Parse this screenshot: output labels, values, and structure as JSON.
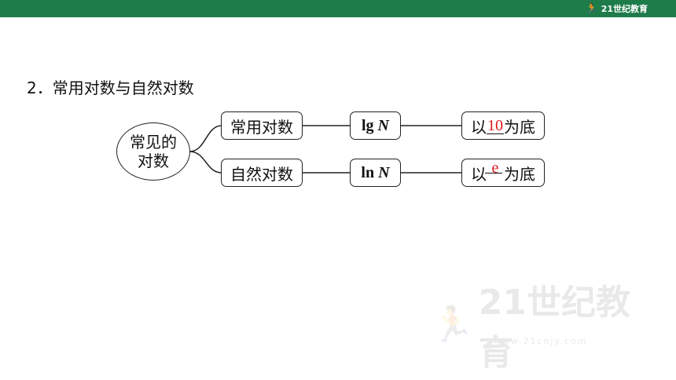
{
  "brand": {
    "logo_text": "21世纪教育",
    "watermark_text": "21世纪教育",
    "watermark_url": "www.21cnjy.com"
  },
  "heading": "2．常用对数与自然对数",
  "diagram": {
    "root": {
      "line1": "常见的",
      "line2": "对数"
    },
    "branch_common": {
      "label": "常用对数",
      "formula_func": "lg",
      "formula_var": "N",
      "base_prefix": "以",
      "base_answer": "10",
      "base_suffix": "为底"
    },
    "branch_natural": {
      "label": "自然对数",
      "formula_func": "ln",
      "formula_var": "N",
      "base_prefix": "以",
      "base_answer": "e",
      "base_suffix": "为底"
    }
  },
  "colors": {
    "top_bar": "#1e7b4a",
    "answer": "#e0161b"
  }
}
